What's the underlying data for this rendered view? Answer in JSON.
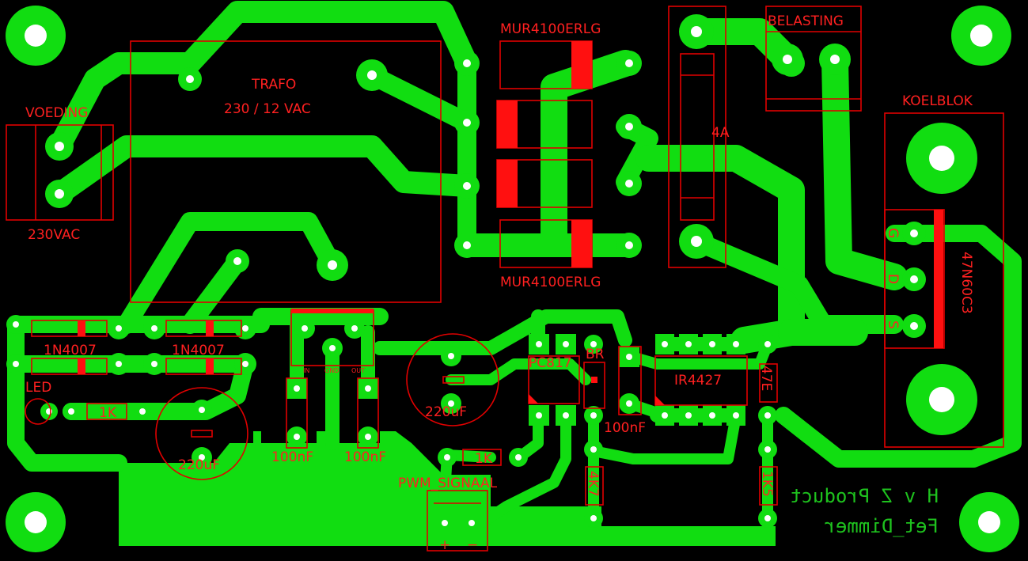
{
  "board": {
    "background": "#000000",
    "copper_color": "#11dd11",
    "silkscreen_color": "#ff2020",
    "brand_color": "#1ec21e"
  },
  "labels": {
    "voeding": "VOEDING",
    "vac230": "230VAC",
    "trafo": "TRAFO",
    "trafo_spec": "230 / 12 VAC",
    "diode_top": "MUR4100ERLG",
    "diode_bottom": "MUR4100ERLG",
    "fuse": "4A",
    "belasting": "BELASTING",
    "koelblok": "KOELBLOK",
    "mosfet": "47N60C3",
    "pin_g": "G",
    "pin_d": "D",
    "pin_s": "S",
    "rect1": "1N4007",
    "rect2": "1N4007",
    "led": "LED",
    "r_led": "1K",
    "cap1": "220uF",
    "reg_in": "IN",
    "reg_gnd": "GND",
    "reg_out": "OUT",
    "cap_100n_1": "100nF",
    "cap_100n_2": "100nF",
    "cap2": "220uF",
    "optocoupler": "PC817",
    "bridge": "BR",
    "driver": "IR4427",
    "cap_100n_3": "100nF",
    "r_47e": "47E",
    "r_1k_pwm": "1K",
    "pwm": "PWM_SIGNAAL",
    "plus": "+",
    "minus": "−",
    "r_4k7": "4K7",
    "r_1k5": "1K5",
    "brand_line1": "H v Z Product",
    "brand_line2": "Fet_Dimmer"
  }
}
